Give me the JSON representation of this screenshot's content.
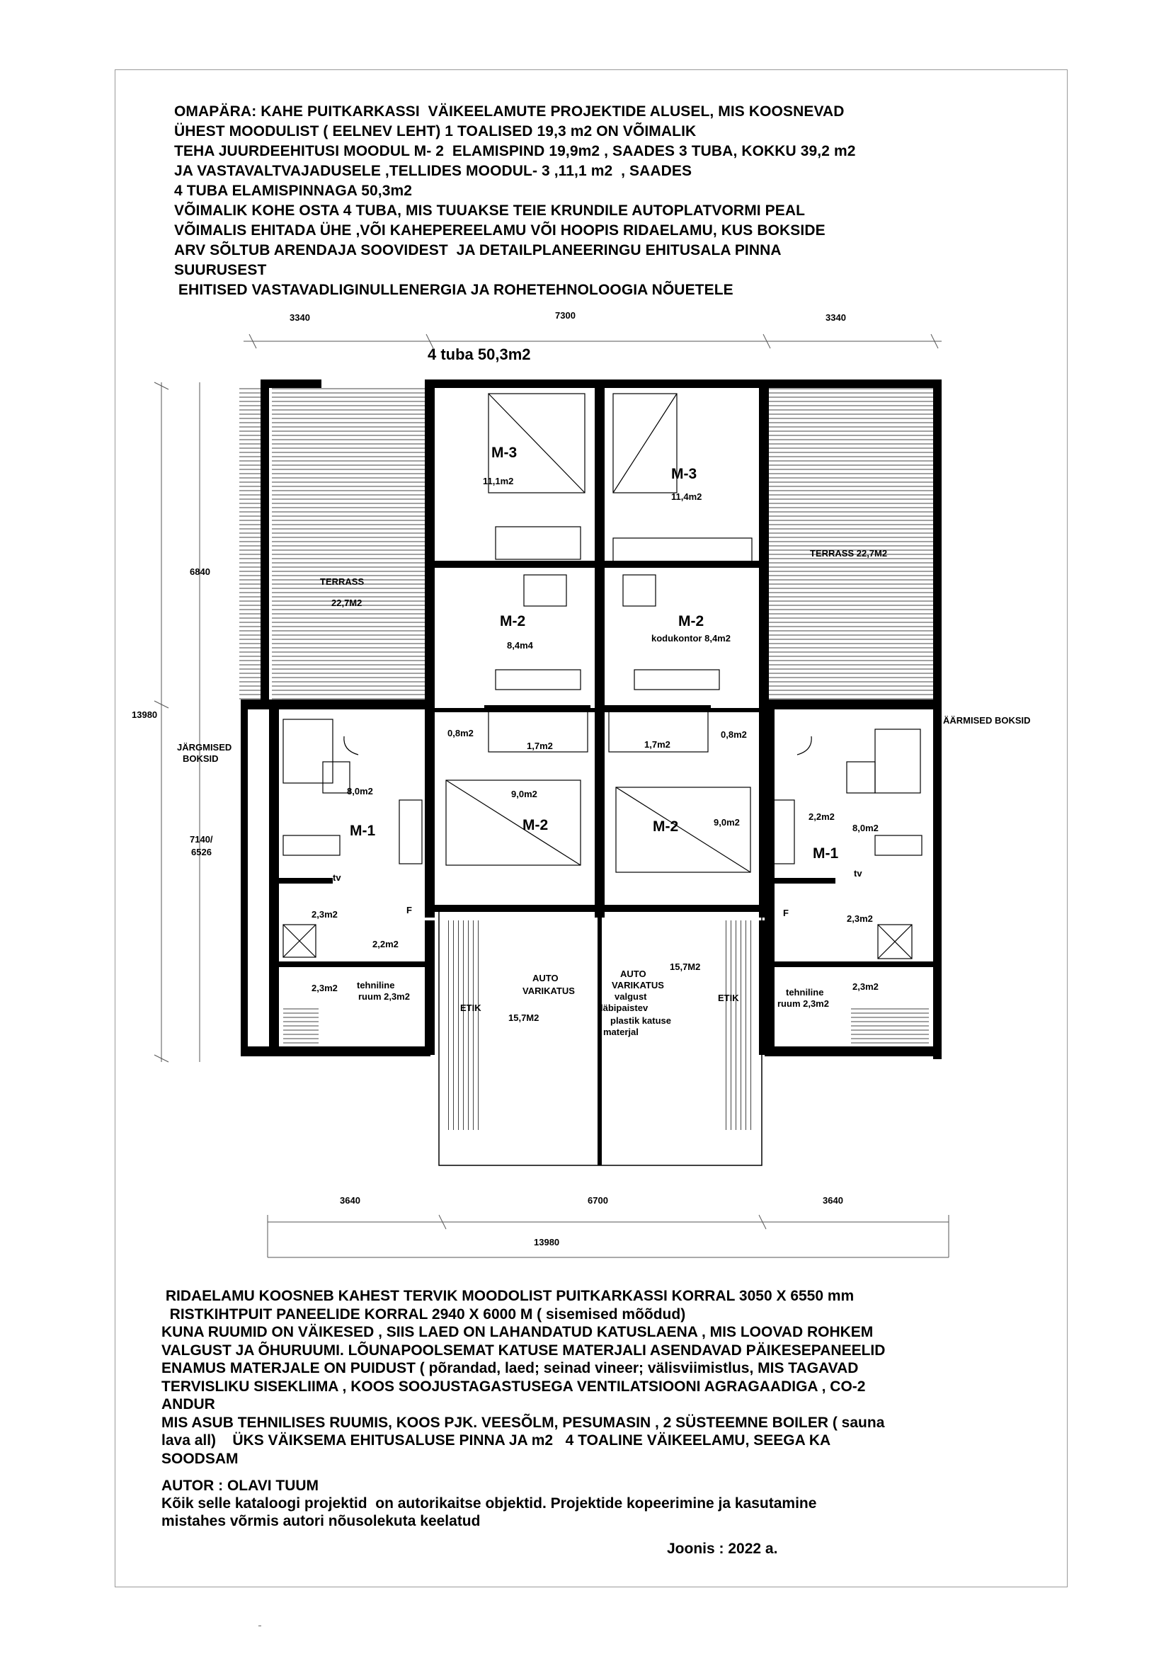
{
  "intro": {
    "lines": [
      "OMAPÄRA: KAHE PUITKARKASSI  VÄIKEELAMUTE PROJEKTIDE ALUSEL, MIS KOOSNEVAD",
      "ÜHEST MOODULIST ( EELNEV LEHT) 1 TOALISED 19,3 m2 ON VÕIMALIK",
      "TEHA JUURDEEHITUSI MOODUL M- 2  ELAMISPIND 19,9m2 , SAADES 3 TUBA, KOKKU 39,2 m2",
      "JA VASTAVALTVAJADUSELE ,TELLIDES MOODUL- 3 ,11,1 m2  , SAADES",
      "4 TUBA ELAMISPINNAGA 50,3m2",
      "VÕIMALIK KOHE OSTA 4 TUBA, MIS TUUAKSE TEIE KRUNDILE AUTOPLATVORMI PEAL",
      "VÕIMALIS EHITADA ÜHE ,VÕI KAHEPEREELAMU VÕI HOOPIS RIDAELAMU, KUS BOKSIDE",
      "ARV SÕLTUB ARENDAJA SOOVIDEST  JA DETAILPLANEERINGU EHITUSALA PINNA",
      "SUURUSEST",
      " EHITISED VASTAVADLIGINULLENERGIA JA ROHETEHNOLOOGIA NÕUETELE"
    ]
  },
  "plan": {
    "title": "4 tuba 50,3m2",
    "dims_top": [
      "3340",
      "7300",
      "3340"
    ],
    "dims_left": [
      "13980",
      "6840",
      "7140/",
      "6526"
    ],
    "dims_bottom": [
      "3640",
      "6700",
      "3640",
      "13980"
    ],
    "labels": {
      "m3_left": "M-3",
      "m3_left_area": "11,1m2",
      "m3_right": "M-3",
      "m3_right_area": "11,4m2",
      "terrass_left": "TERRASS",
      "terrass_left_area": "22,7M2",
      "terrass_right": "TERRASS 22,7M2",
      "m2_upper_left": "M-2",
      "m2_upper_left_area": "8,4m4",
      "m2_upper_right": "M-2",
      "m2_upper_right_area": "kodukontor 8,4m2",
      "wardrobe_left": "1,7m2",
      "wardrobe_right": "1,7m2",
      "hall_left": "0,8m2",
      "hall_right": "0,8m2",
      "bed_left_area": "9,0m2",
      "bed_left": "M-2",
      "bed_right": "M-2",
      "bed_right_area": "9,0m2",
      "m1_left": "M-1",
      "m1_left_area": "8,0m2",
      "m1_right": "M-1",
      "m1_right_area": "8,0m2",
      "wc_right_area": "2,2m2",
      "jargmised_1": "JÄRGMISED",
      "jargmised_2": "BOKSID",
      "aarmised": "ÄÄRMISED BOKSID",
      "tv_left": "tv",
      "tv_right": "tv",
      "f_left": "F",
      "f_right": "F",
      "bath_left": "2,3m2",
      "bath_right": "2,3m2",
      "sauna_left": "2,2m2",
      "storage_left": "2,3m2",
      "storage_right": "2,3m2",
      "tech_left_1": "tehniline",
      "tech_left_2": "ruum 2,3m2",
      "tech_right_1": "tehniline",
      "tech_right_2": "ruum 2,3m2",
      "etik_left": "ETIK",
      "etik_right": "ETIK",
      "auto_left_1": "AUTO",
      "auto_left_2": "VARIKATUS",
      "auto_left_area": "15,7M2",
      "auto_right_1": "AUTO",
      "auto_right_2": "VARIKATUS",
      "auto_right_area": "15,7M2",
      "auto_right_3": "valgust",
      "auto_right_4": "läbipaistev",
      "auto_right_5": "plastik katuse",
      "auto_right_6": "materjal"
    }
  },
  "notes": {
    "lines": [
      " RIDAELAMU KOOSNEB KAHEST TERVIK MOODOLIST PUITKARKASSI KORRAL 3050 X 6550 mm",
      "  RISTKIHTPUIT PANEELIDE KORRAL 2940 X 6000 M ( sisemised mõõdud)",
      "KUNA RUUMID ON VÄIKESED , SIIS LAED ON LAHANDATUD KATUSLAENA , MIS LOOVAD ROHKEM",
      "VALGUST JA ÕHURUUMI. LÕUNAPOOLSEMAT KATUSE MATERJALI ASENDAVAD PÄIKESEPANEELID",
      "ENAMUS MATERJALE ON PUIDUST ( põrandad, laed; seinad vineer; välisviimistlus, MIS TAGAVAD",
      "TERVISLIKU SISEKLIIMA , KOOS SOOJUSTAGASTUSEGA VENTILATSIOONI AGRAGAADIGA , CO-2",
      "ANDUR",
      "MIS ASUB TEHNILISES RUUMIS, KOOS PJK. VEESÕLM, PESUMASIN , 2 SÜSTEEMNE BOILER ( sauna",
      "lava all)    ÜKS VÄIKSEMA EHITUSALUSE PINNA JA m2   4 TOALINE VÄIKEELAMU, SEEGA KA",
      "SOODSAM"
    ]
  },
  "author": {
    "lines": [
      "AUTOR : OLAVI TUUM",
      "Kõik selle kataloogi projektid  on autorikaitse objektid. Projektide kopeerimine ja kasutamine",
      "mistahes võrmis autori nõusolekuta keelatud"
    ],
    "date": "Joonis : 2022 a."
  }
}
